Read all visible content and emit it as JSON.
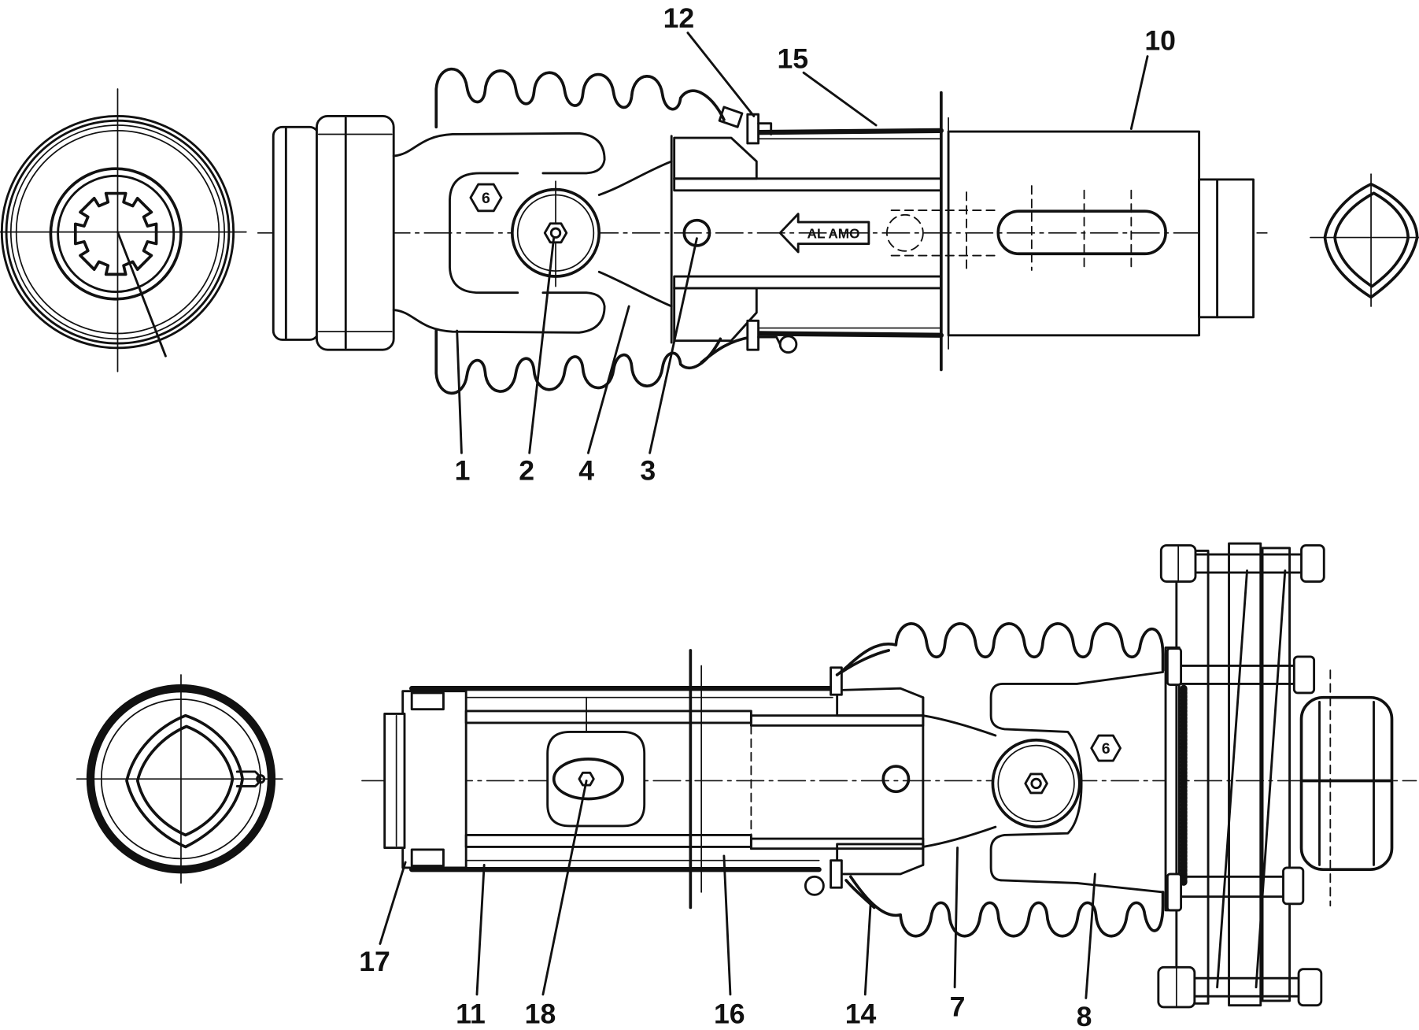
{
  "callouts": {
    "top": [
      "12",
      "15",
      "10",
      "1",
      "2",
      "4",
      "3"
    ],
    "bottom": [
      "17",
      "11",
      "18",
      "16",
      "14",
      "7",
      "8"
    ]
  },
  "markings": {
    "arrow_label": "AL AMO",
    "hex_mark_top": "6",
    "hex_mark_bottom": "6"
  }
}
